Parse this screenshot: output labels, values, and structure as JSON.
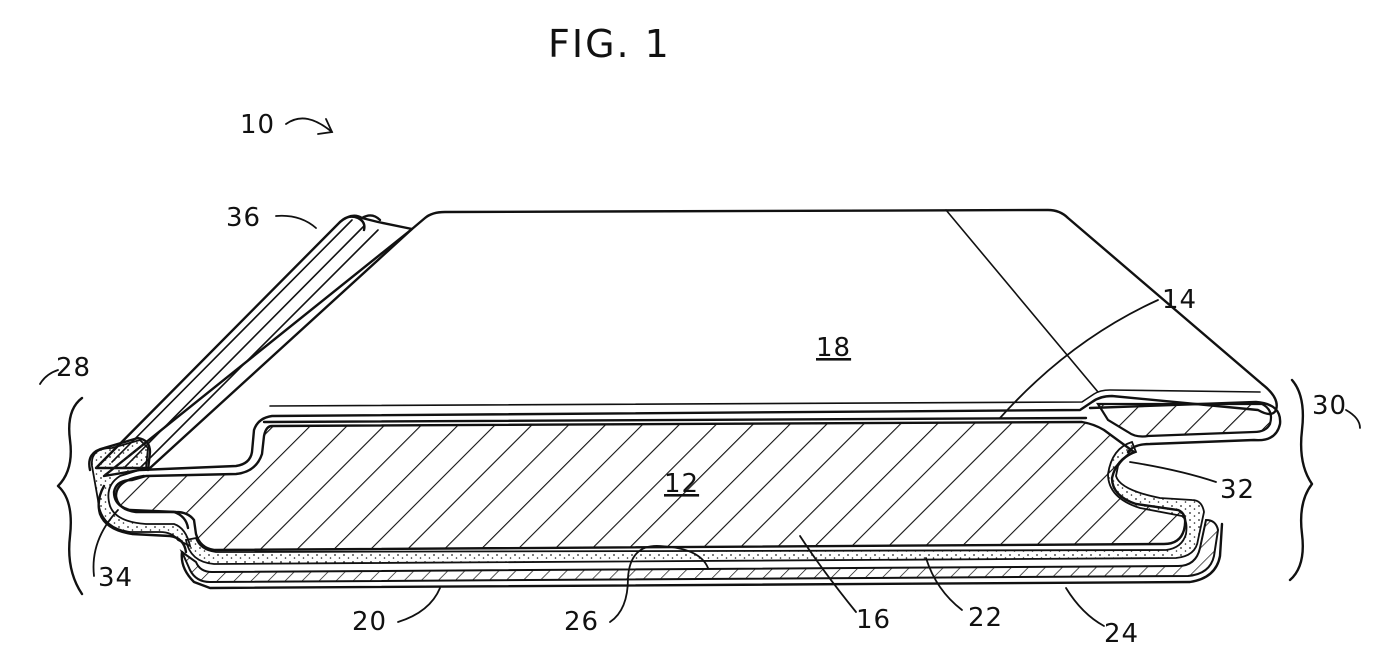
{
  "figure": {
    "title": "FIG. 1",
    "labels": {
      "assembly": "10",
      "core": "12",
      "top_layer": "14",
      "core_surface": "16",
      "top_face": "18",
      "bottom_layer": "20",
      "adhesive": "22",
      "backing": "24",
      "bond_line": "26",
      "left_edge": "28",
      "right_edge": "30",
      "right_groove": "32",
      "left_groove": "34",
      "ribs": "36"
    }
  }
}
